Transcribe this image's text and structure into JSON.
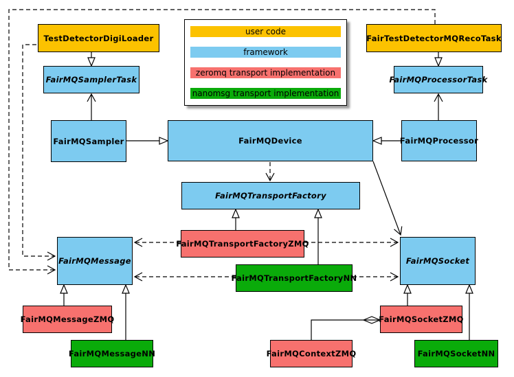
{
  "classes": {
    "test_detector_digi_loader": "TestDetectorDigiLoader",
    "fair_test_detector_mq_reco_task": "FairTestDetectorMQRecoTask",
    "fair_mq_sampler_task": "FairMQSamplerTask",
    "fair_mq_processor_task": "FairMQProcessorTask",
    "fair_mq_sampler": "FairMQSampler",
    "fair_mq_device": "FairMQDevice",
    "fair_mq_processor": "FairMQProcessor",
    "fair_mq_transport_factory": "FairMQTransportFactory",
    "fair_mq_transport_factory_zmq": "FairMQTransportFactoryZMQ",
    "fair_mq_transport_factory_nn": "FairMQTransportFactoryNN",
    "fair_mq_message": "FairMQMessage",
    "fair_mq_socket": "FairMQSocket",
    "fair_mq_message_zmq": "FairMQMessageZMQ",
    "fair_mq_message_nn": "FairMQMessageNN",
    "fair_mq_socket_zmq": "FairMQSocketZMQ",
    "fair_mq_context_zmq": "FairMQContextZMQ",
    "fair_mq_socket_nn": "FairMQSocketNN"
  },
  "legend": {
    "items": [
      {
        "label": "user code",
        "color": "#FCC200"
      },
      {
        "label": "framework",
        "color": "#7DCBF0"
      },
      {
        "label": "zeromq transport implementation",
        "color": "#F7716E"
      },
      {
        "label": "nanomsg transport implementation",
        "color": "#0AAB0A"
      }
    ]
  },
  "colors": {
    "user_code": "#FCC200",
    "framework": "#7DCBF0",
    "zeromq": "#F7716E",
    "nanomsg": "#0AAB0A"
  },
  "relationships": [
    {
      "from": "TestDetectorDigiLoader",
      "to": "FairMQSamplerTask",
      "type": "inheritance",
      "style": "solid-hollow-triangle"
    },
    {
      "from": "FairTestDetectorMQRecoTask",
      "to": "FairMQProcessorTask",
      "type": "inheritance",
      "style": "solid-hollow-triangle"
    },
    {
      "from": "FairMQSampler",
      "to": "FairMQDevice",
      "type": "inheritance",
      "style": "solid-hollow-triangle"
    },
    {
      "from": "FairMQProcessor",
      "to": "FairMQDevice",
      "type": "inheritance",
      "style": "solid-hollow-triangle"
    },
    {
      "from": "FairMQSampler",
      "to": "FairMQSamplerTask",
      "type": "association",
      "style": "solid-open-arrow"
    },
    {
      "from": "FairMQProcessor",
      "to": "FairMQProcessorTask",
      "type": "association",
      "style": "solid-open-arrow"
    },
    {
      "from": "FairMQDevice",
      "to": "FairMQTransportFactory",
      "type": "dependency",
      "style": "dashed-open-arrow"
    },
    {
      "from": "FairMQDevice",
      "to": "FairMQSocket",
      "type": "association",
      "style": "solid-open-arrow"
    },
    {
      "from": "FairMQTransportFactoryZMQ",
      "to": "FairMQTransportFactory",
      "type": "inheritance",
      "style": "solid-hollow-triangle"
    },
    {
      "from": "FairMQTransportFactoryNN",
      "to": "FairMQTransportFactory",
      "type": "inheritance",
      "style": "solid-hollow-triangle"
    },
    {
      "from": "FairMQTransportFactoryZMQ",
      "to": "FairMQMessage",
      "type": "dependency",
      "style": "dashed-open-arrow"
    },
    {
      "from": "FairMQTransportFactoryZMQ",
      "to": "FairMQSocket",
      "type": "dependency",
      "style": "dashed-open-arrow"
    },
    {
      "from": "FairMQTransportFactoryNN",
      "to": "FairMQMessage",
      "type": "dependency",
      "style": "dashed-open-arrow"
    },
    {
      "from": "FairMQTransportFactoryNN",
      "to": "FairMQSocket",
      "type": "dependency",
      "style": "dashed-open-arrow"
    },
    {
      "from": "TestDetectorDigiLoader",
      "to": "FairMQMessage",
      "type": "dependency",
      "style": "dashed-open-arrow"
    },
    {
      "from": "FairTestDetectorMQRecoTask",
      "to": "FairMQMessage",
      "type": "dependency",
      "style": "dashed-open-arrow"
    },
    {
      "from": "FairMQMessageZMQ",
      "to": "FairMQMessage",
      "type": "inheritance",
      "style": "solid-hollow-triangle"
    },
    {
      "from": "FairMQMessageNN",
      "to": "FairMQMessage",
      "type": "inheritance",
      "style": "solid-hollow-triangle"
    },
    {
      "from": "FairMQSocketZMQ",
      "to": "FairMQSocket",
      "type": "inheritance",
      "style": "solid-hollow-triangle"
    },
    {
      "from": "FairMQSocketNN",
      "to": "FairMQSocket",
      "type": "inheritance",
      "style": "solid-hollow-triangle"
    },
    {
      "from": "FairMQContextZMQ",
      "to": "FairMQSocketZMQ",
      "type": "composition",
      "style": "solid-filled-diamond"
    }
  ]
}
